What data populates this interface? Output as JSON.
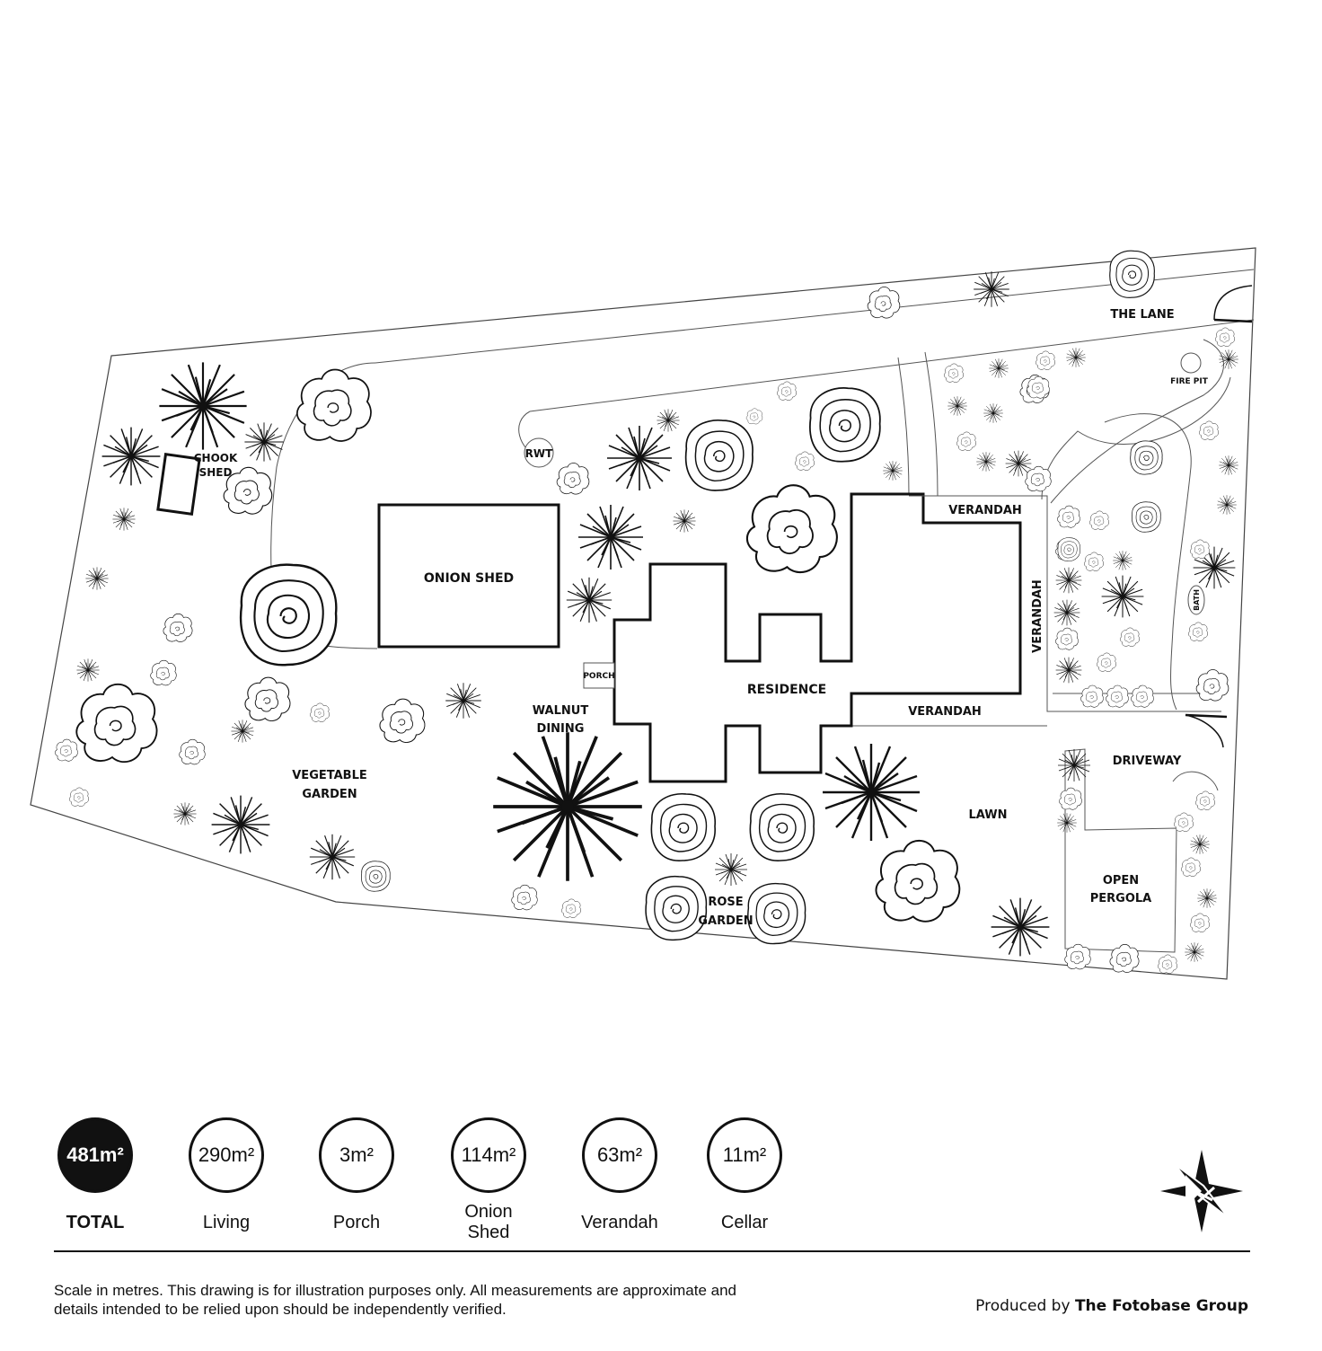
{
  "site_plan": {
    "labels": {
      "the_lane": "THE LANE",
      "fire_pit": "FIRE PIT",
      "chook_shed_1": "CHOOK",
      "chook_shed_2": "SHED",
      "rwt": "RWT",
      "onion_shed": "ONION SHED",
      "verandah_top": "VERANDAH",
      "verandah_side": "VERANDAH",
      "verandah_bottom": "VERANDAH",
      "porch": "PORCH",
      "residence": "RESIDENCE",
      "walnut_dining_1": "WALNUT",
      "walnut_dining_2": "DINING",
      "vegetable_garden_1": "VEGETABLE",
      "vegetable_garden_2": "GARDEN",
      "rose_garden_1": "ROSE",
      "rose_garden_2": "GARDEN",
      "bath": "BATH",
      "driveway": "DRIVEWAY",
      "lawn": "LAWN",
      "open_pergola_1": "OPEN",
      "open_pergola_2": "PERGOLA"
    }
  },
  "areas": [
    {
      "value": "481m²",
      "label": "TOTAL",
      "total": true
    },
    {
      "value": "290m²",
      "label": "Living"
    },
    {
      "value": "3m²",
      "label": "Porch"
    },
    {
      "value": "114m²",
      "label": "Onion\nShed"
    },
    {
      "value": "63m²",
      "label": "Verandah"
    },
    {
      "value": "11m²",
      "label": "Cellar"
    }
  ],
  "footer": {
    "disclaimer": "Scale in metres. This drawing is for illustration purposes only. All measurements are approximate and details intended to be relied upon should be independently verified.",
    "produced_by": "Produced by",
    "company": "The Fotobase Group"
  },
  "icons": {
    "compass": "compass-icon"
  }
}
